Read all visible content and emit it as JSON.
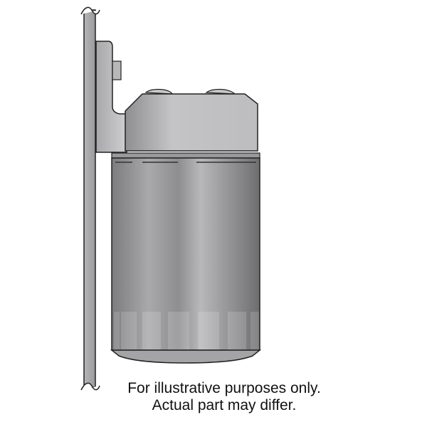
{
  "illustration": {
    "subject": "spin-on filter mounted on bracket",
    "parts": [
      "mounting-wall",
      "bracket",
      "bolt",
      "filter-head",
      "filter-canister"
    ],
    "colors": {
      "outline": "#222222",
      "metal_light": "#c8c8ca",
      "metal_dark": "#7a7a7c",
      "background": "#ffffff"
    }
  },
  "caption": {
    "line1": "For illustrative purposes only.",
    "line2": "Actual part may differ."
  }
}
